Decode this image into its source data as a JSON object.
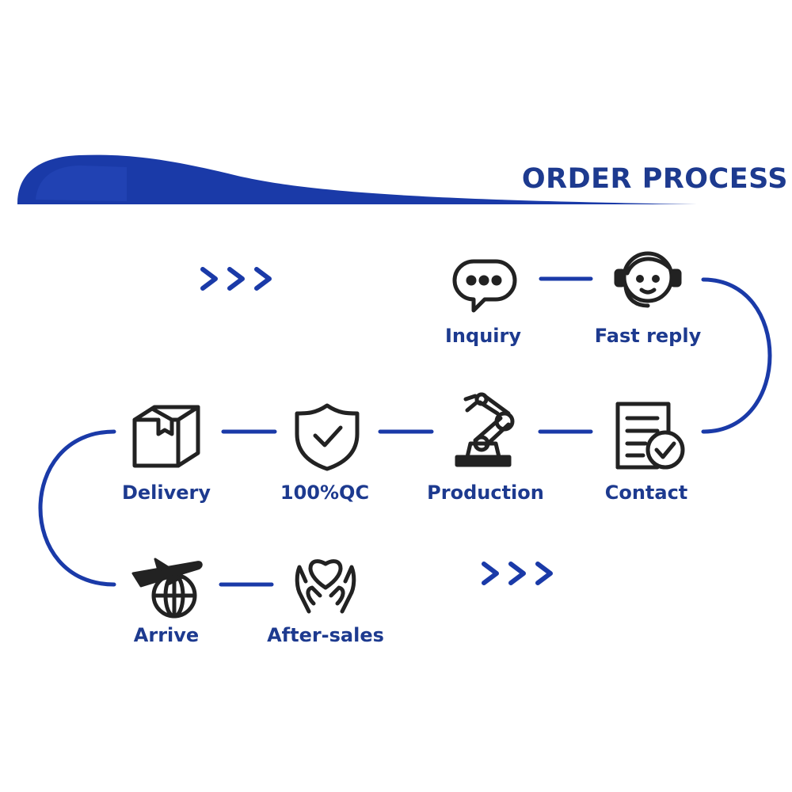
{
  "header": {
    "title": "ORDER PROCESS"
  },
  "colors": {
    "accent": "#1a3aa8",
    "text": "#1d3a8f",
    "icon": "#222222"
  },
  "steps": [
    {
      "label": "Inquiry",
      "icon": "chat-bubble-icon"
    },
    {
      "label": "Fast reply",
      "icon": "customer-service-headset-icon"
    },
    {
      "label": "Contact",
      "icon": "contract-check-icon"
    },
    {
      "label": "Production",
      "icon": "robot-arm-icon"
    },
    {
      "label": "100%QC",
      "icon": "shield-check-icon"
    },
    {
      "label": "Delivery",
      "icon": "package-box-icon"
    },
    {
      "label": "Arrive",
      "icon": "airplane-globe-icon"
    },
    {
      "label": "After-sales",
      "icon": "hands-heart-icon"
    }
  ],
  "decorations": {
    "chevrons": ">>>"
  }
}
